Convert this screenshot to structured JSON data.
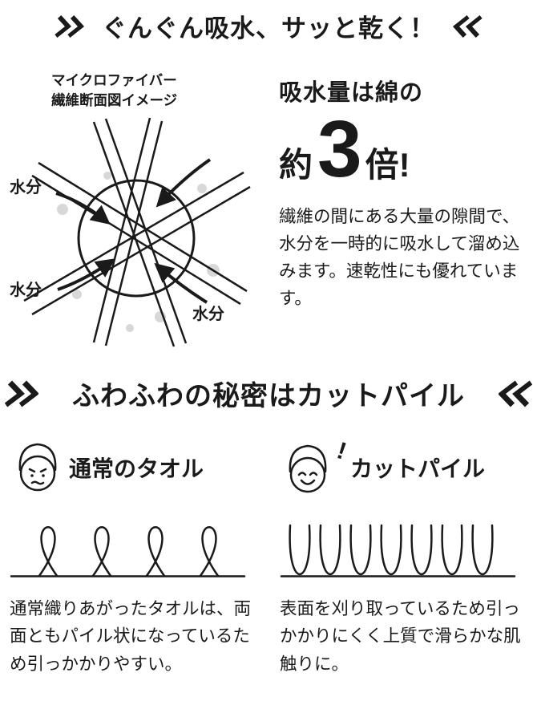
{
  "page": {
    "background": "#ffffff",
    "ink": "#1a1a1a",
    "droplet_gray": "#d8d8d8"
  },
  "icons": {
    "chevron_right_glyph": "≫",
    "chevron_left_glyph": "≪"
  },
  "section_absorb": {
    "heading": "ぐんぐん吸水、サッと乾く！",
    "diagram": {
      "caption_line1": "マイクロファイバー",
      "caption_line2": "繊維断面図イメージ",
      "water_labels": [
        "水分",
        "水分",
        "水分"
      ]
    },
    "stats": {
      "lead": "吸水量は綿の",
      "approx": "約",
      "number": "3",
      "times": "倍!",
      "body": "繊維の間にある大量の隙間で、水分を一時的に吸水して溜め込みます。速乾性にも優れています。"
    }
  },
  "section_pile": {
    "heading": "ふわふわの秘密はカットパイル",
    "normal": {
      "label": "通常のタオル",
      "body": "通常織りあがったタオルは、両面ともパイル状になっているため引っかかりやすい。"
    },
    "cut": {
      "label": "カットパイル",
      "exclaim": "!",
      "body": "表面を刈り取っているため引っかかりにくく上質で滑らかな肌触りに。"
    }
  }
}
